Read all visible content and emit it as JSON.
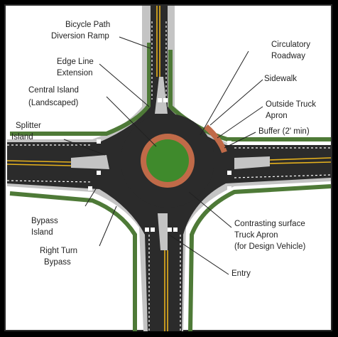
{
  "labels": {
    "bicycle_path": [
      "Bicycle Path",
      "Diversion Ramp"
    ],
    "circulatory": [
      "Circulatory",
      "Roadway"
    ],
    "edge_line": [
      "Edge Line",
      "Extension"
    ],
    "sidewalk": [
      "Sidewalk"
    ],
    "central_island": [
      "Central Island",
      "(Landscaped)"
    ],
    "outside_truck": [
      "Outside Truck",
      "Apron"
    ],
    "splitter": [
      "Splitter",
      "Island"
    ],
    "buffer": [
      "Buffer (2' min)"
    ],
    "bypass": [
      "Bypass",
      "Island"
    ],
    "contrasting": [
      "Contrasting surface",
      "Truck Apron",
      "(for Design Vehicle)"
    ],
    "right_turn": [
      "Right Turn",
      "Bypass"
    ],
    "entry": [
      "Entry"
    ]
  },
  "colors": {
    "asphalt": "#2b2b2b",
    "sidewalk": "#c4c4c4",
    "grass": "#4e7a37",
    "apron": "#c06a48",
    "yellow_line": "#e7b21d",
    "frame": "#000000"
  }
}
